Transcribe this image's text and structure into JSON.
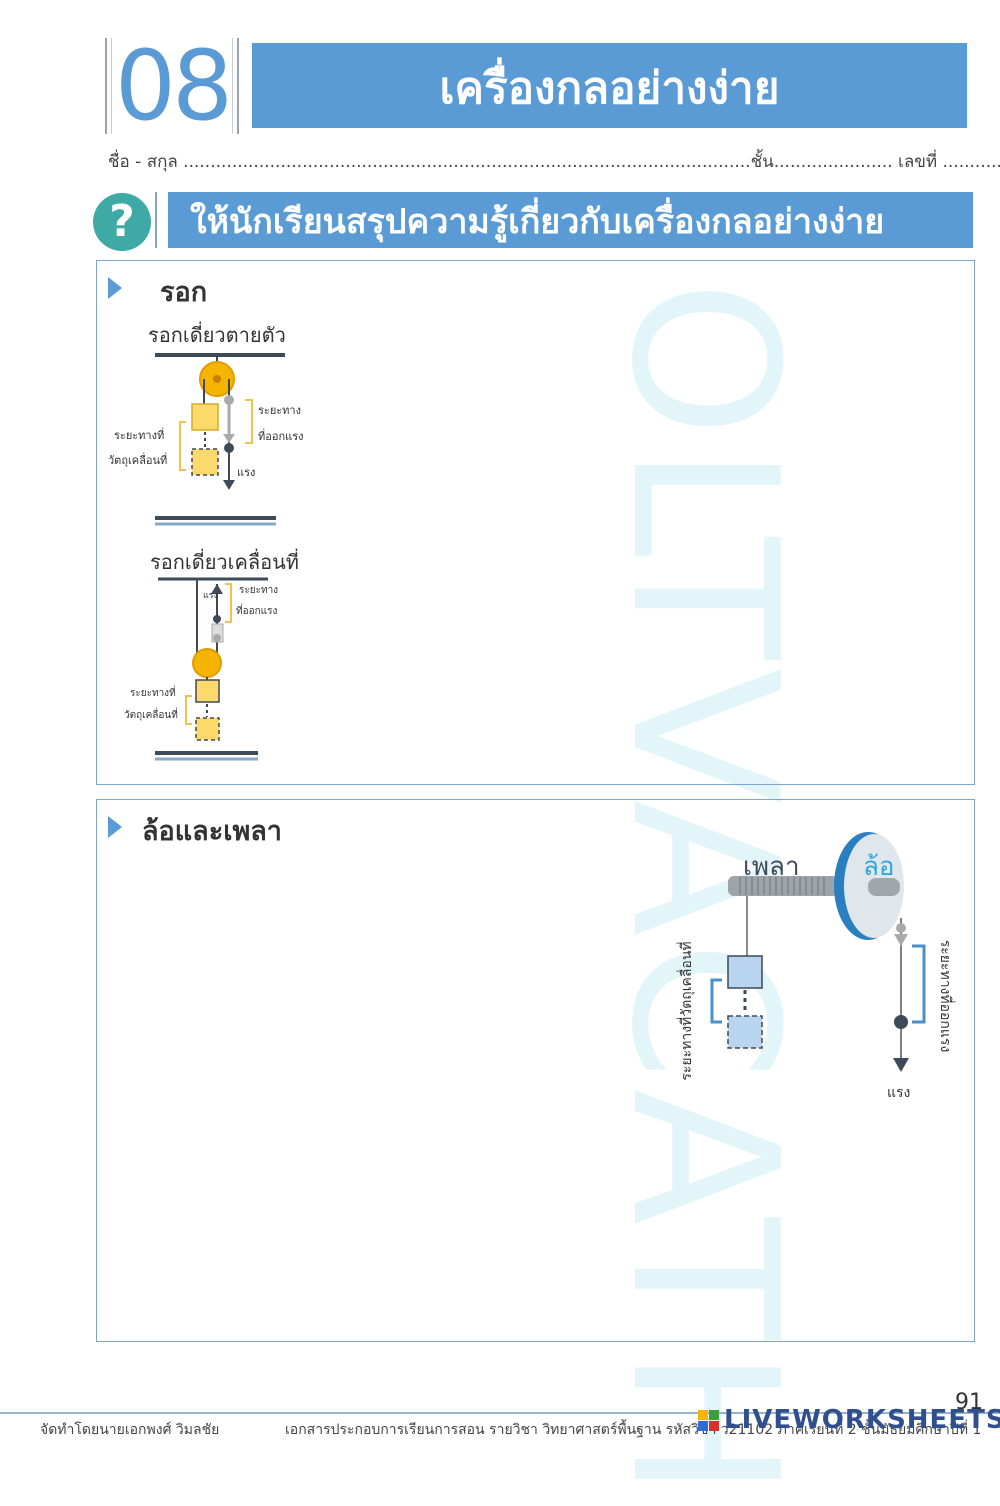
{
  "header": {
    "number": "08",
    "title": "เครื่องกลอย่างง่าย",
    "name_line": "ชื่อ - สกุล .........................................................................................................ชั้น...................... เลขที่ ............"
  },
  "question": {
    "icon": "?",
    "text": "ให้นักเรียนสรุปความรู้เกี่ยวกับเครื่องกลอย่างง่าย"
  },
  "pulley_section": {
    "title": "รอก",
    "fixed": {
      "title": "รอกเดี่ยวตายตัว",
      "label_force_distance_1": "ระยะทาง",
      "label_force_distance_2": "ที่ออกแรง",
      "label_object_distance_1": "ระยะทางที่",
      "label_object_distance_2": "วัตถุเคลื่อนที่",
      "label_force": "แรง"
    },
    "movable": {
      "title": "รอกเดี่ยวเคลื่อนที่",
      "label_force_distance_1": "ระยะทาง",
      "label_force_distance_2": "ที่ออกแรง",
      "label_force": "แรง",
      "label_object_distance_1": "ระยะทางที่",
      "label_object_distance_2": "วัตถุเคลื่อนที่"
    }
  },
  "wheel_section": {
    "title": "ล้อและเพลา",
    "label_axle": "เพลา",
    "label_wheel": "ล้อ",
    "label_object_distance": "ระยะทางที่วัตถุเคลื่อนที่",
    "label_force_distance": "ระยะทางที่ออกแรง",
    "label_force": "แรง"
  },
  "watermark": "OLTVACATH",
  "footer": {
    "author": "จัดทำโดยนายเอกพงศ์  วิมลชัย",
    "description": "เอกสารประกอบการเรียนการสอน รายวิชา วิทยาศาสตร์พื้นฐาน รหัสวิชา ว21102 ภาคเรียนที่ 2 ชั้นมัธยมศึกษาปีที่ 1",
    "page": "91",
    "logo": "LIVEWORKSHEETS"
  },
  "colors": {
    "accent": "#5b9bd5",
    "teal": "#3fa9a6",
    "pulley": "#f5b400",
    "box": "#fcd96b",
    "box_blue": "#b9d4ee"
  }
}
